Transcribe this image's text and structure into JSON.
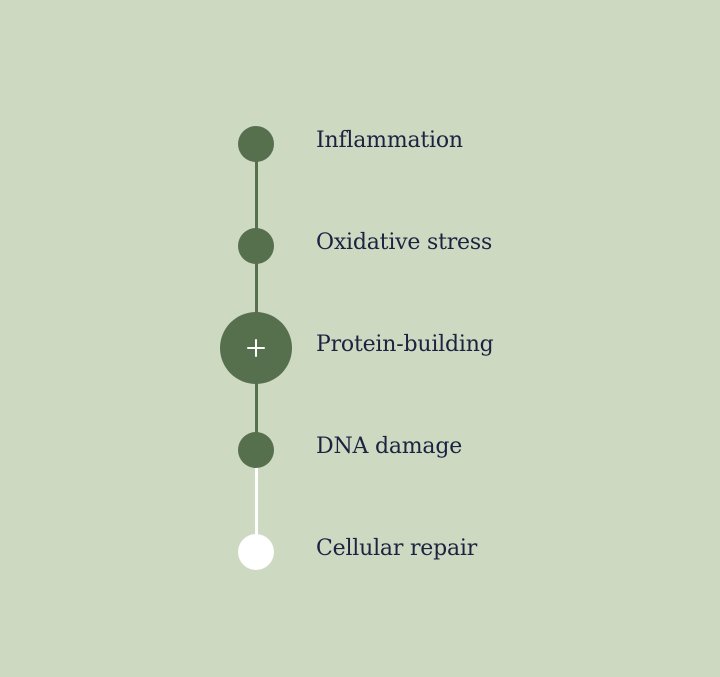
{
  "colors": {
    "background": "#cdd9c1",
    "node_active": "#566f4c",
    "node_future": "#ffffff",
    "text": "#1b2341"
  },
  "timeline": {
    "steps": [
      {
        "label": "Inflammation",
        "state": "complete",
        "icon": ""
      },
      {
        "label": "Oxidative stress",
        "state": "complete",
        "icon": ""
      },
      {
        "label": "Protein-building",
        "state": "expandable",
        "icon": "plus-icon"
      },
      {
        "label": "DNA damage",
        "state": "complete",
        "icon": ""
      },
      {
        "label": "Cellular repair",
        "state": "future",
        "icon": ""
      }
    ]
  }
}
